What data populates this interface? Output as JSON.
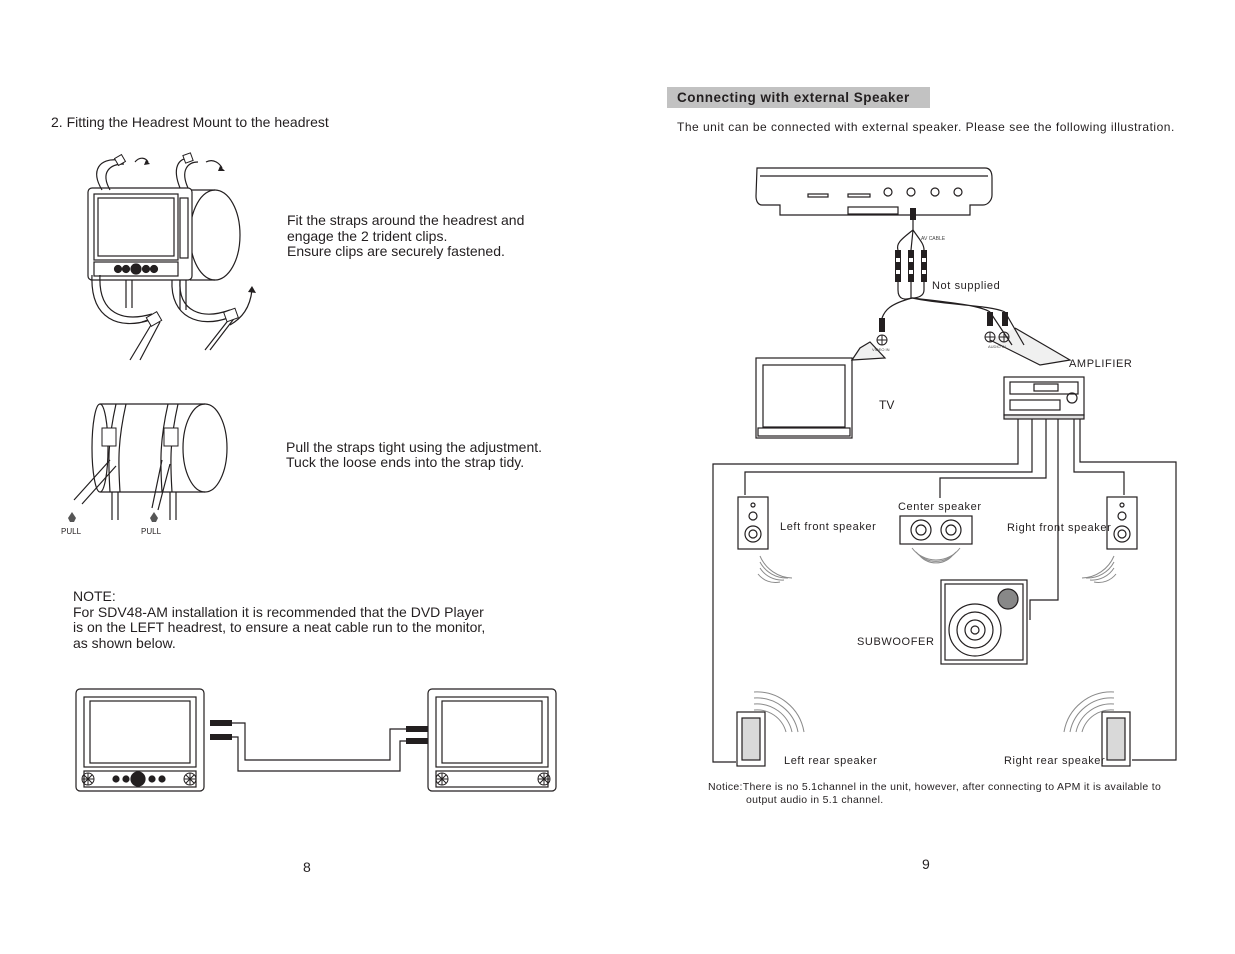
{
  "left_page": {
    "section_title": "2. Fitting the Headrest Mount to the headrest",
    "step1_lines": [
      "Fit the straps around the headrest and",
      "engage the 2 trident clips.",
      "Ensure clips are securely fastened."
    ],
    "step2_lines": [
      "Pull the straps tight using the adjustment.",
      "Tuck the loose ends into the strap tidy."
    ],
    "pull_labels": [
      "PULL",
      "PULL"
    ],
    "note_lines": [
      "NOTE:",
      "For SDV48-AM installation it is recommended that the DVD Player",
      "is on the LEFT headrest, to ensure a neat cable run to the monitor,",
      "as shown below."
    ],
    "page_number": "8"
  },
  "right_page": {
    "heading": "Connecting with external Speaker",
    "intro": "The unit can be connected with external speaker. Please see the following illustration.",
    "labels": {
      "not_supplied": "Not supplied",
      "amplifier": "AMPLIFIER",
      "tv": "TV",
      "left_front": "Left front speaker",
      "center": "Center speaker",
      "right_front": "Right front speaker",
      "subwoofer": "SUBWOOFER",
      "left_rear": "Left rear speaker",
      "right_rear": "Right rear speaker",
      "av_cable": "AV CABLE",
      "video_in": "VIDEO IN",
      "audio_in": "AUDIO IN"
    },
    "notice_lines": [
      "Notice:There is no 5.1channel in the unit, however, after connecting to APM it is available to",
      "output audio in 5.1 channel."
    ],
    "page_number": "9"
  }
}
